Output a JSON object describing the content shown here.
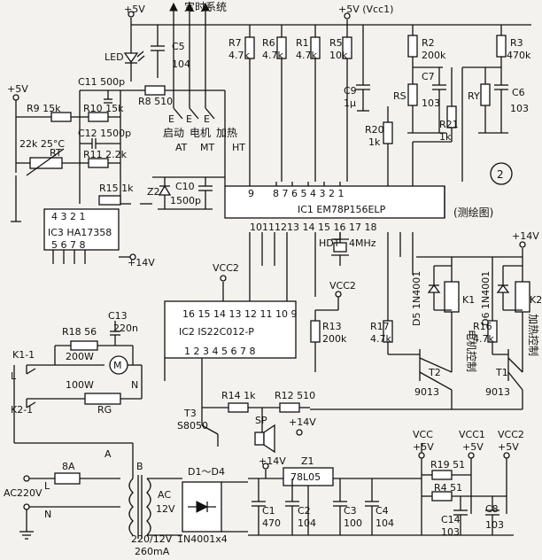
{
  "title_badge": "2",
  "survey_label": "(测绘图)",
  "timing_label": "定时系统",
  "supplies": {
    "p5v_a": "+5V",
    "p5v_b": "+5V",
    "vcc1_top": "+5V (Vcc1)",
    "p14v_a": "+14V",
    "p14v_b": "+14V",
    "p14v_c": "+14V",
    "p14v_d": "+14V"
  },
  "ic1": {
    "name": "IC1  EM78P156ELP",
    "pins_top": "8 7 6 5 4 3 2 1",
    "pins_bot": "10111213  14  15  16 17 18",
    "pin9": "9"
  },
  "ic2": {
    "name": "IC2  IS22C012-P",
    "pins_top": "16 15 14 13 12 11 10 9",
    "pins_bot": "1 2 3 4 5 6 7 8"
  },
  "ic3": {
    "name": "IC3  HA17358",
    "pins_top": "4 3 2 1",
    "pins_bot": "5 6 7 8"
  },
  "resistors": {
    "r1": "R1",
    "r1v": "4.7k",
    "r2": "R2",
    "r2v": "200k",
    "r3": "R3",
    "r3v": "470k",
    "r5": "R5",
    "r5v": "10k",
    "r6": "R6",
    "r6v": "4.7k",
    "r7": "R7",
    "r7v": "4.7k",
    "r8": "R8  510",
    "r9": "R9  15k",
    "r10": "R10  15k",
    "r11": "R11  2.2k",
    "r12": "R12  510",
    "r13": "R13",
    "r13v": "200k",
    "r14": "R14  1k",
    "r15": "R15  1k",
    "r16": "R16",
    "r16v": "4.7k",
    "r17": "R17",
    "r17v": "4.7k",
    "r18": "R18  56",
    "r19": "R19  51",
    "r20": "R20",
    "r20v": "1k",
    "r21": "R21",
    "r21v": "1k",
    "r4": "R4  51",
    "rs": "RS",
    "ry": "RY",
    "rt": "RT",
    "rt_note": "22k  25°C",
    "rg": "RG",
    "r200w": "200W",
    "r100w": "100W"
  },
  "capacitors": {
    "c1": "C1",
    "c1v": "470",
    "c2": "C2",
    "c2v": "104",
    "c3": "C3",
    "c3v": "100",
    "c4": "C4",
    "c4v": "104",
    "c5": "C5",
    "c5v": "104",
    "c6": "C6",
    "c6v": "103",
    "c7": "C7",
    "c7v": "103",
    "c8": "C8",
    "c8v": "103",
    "c9": "C9",
    "c9v": "1μ",
    "c10": "C10",
    "c10v": "1500p",
    "c11": "C11  500p",
    "c12": "C12  1500p",
    "c13": "C13",
    "c13v": "220n",
    "c14": "C14",
    "c14v": "103"
  },
  "misc": {
    "led": "LED",
    "z2": "Z2",
    "hdt": "HDT",
    "crystal": "4MHz",
    "vcc2_a": "VCC2",
    "vcc2_b": "VCC2",
    "t3": "T3",
    "t3m": "S8050",
    "sp": "SP",
    "z1": "Z1",
    "reg": "78L05",
    "d_bridge": "D1～D4",
    "d_bridge_part": "1N4001x4",
    "ac": "AC",
    "ac12": "12V",
    "ac220": "AC220V",
    "trafo": "220/12V",
    "trafo_i": "260mA",
    "fuse": "8A",
    "l": "L",
    "n": "N",
    "a": "A",
    "b": "B",
    "k1_1": "K1-1",
    "k2_1": "K2-1",
    "motor": "M"
  },
  "switches": {
    "start": "启动",
    "motor": "电机",
    "heat": "加热",
    "at": "AT",
    "mt": "MT",
    "ht": "HT",
    "e": "E"
  },
  "relays": {
    "k1": "K1",
    "k2": "K2",
    "d5": "D5  1N4001",
    "d6": "D6  1N4001",
    "motor_ctl": "电机控制",
    "heat_ctl": "加热控制",
    "t2": "T2",
    "t1": "T1",
    "t_model": "9013",
    "t_model2": "9013"
  },
  "rails": {
    "vcc": "VCC",
    "vcc1": "VCC1",
    "vcc2": "VCC2",
    "v5a": "+5V",
    "v5b": "+5V",
    "v5c": "+5V"
  }
}
